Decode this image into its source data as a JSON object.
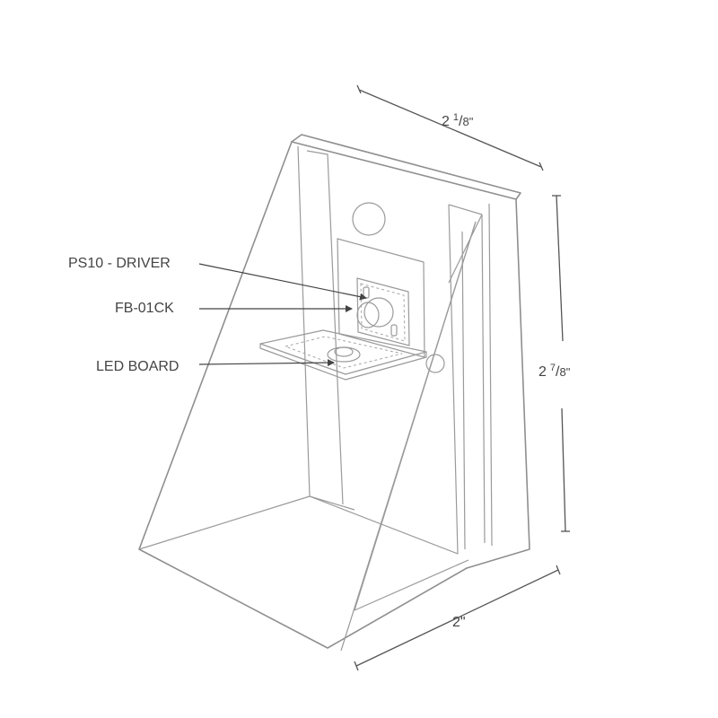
{
  "callouts": {
    "driver": "PS10 - DRIVER",
    "fb": "FB-01CK",
    "led": "LED BOARD"
  },
  "dimensions": {
    "width": {
      "whole": "2",
      "num": "1",
      "den": "8\""
    },
    "height": {
      "whole": "2",
      "num": "7",
      "den": "8\""
    },
    "depth": "2\""
  },
  "colors": {
    "line": "#8f8f8f",
    "dimension": "#555555",
    "text": "#444444"
  }
}
